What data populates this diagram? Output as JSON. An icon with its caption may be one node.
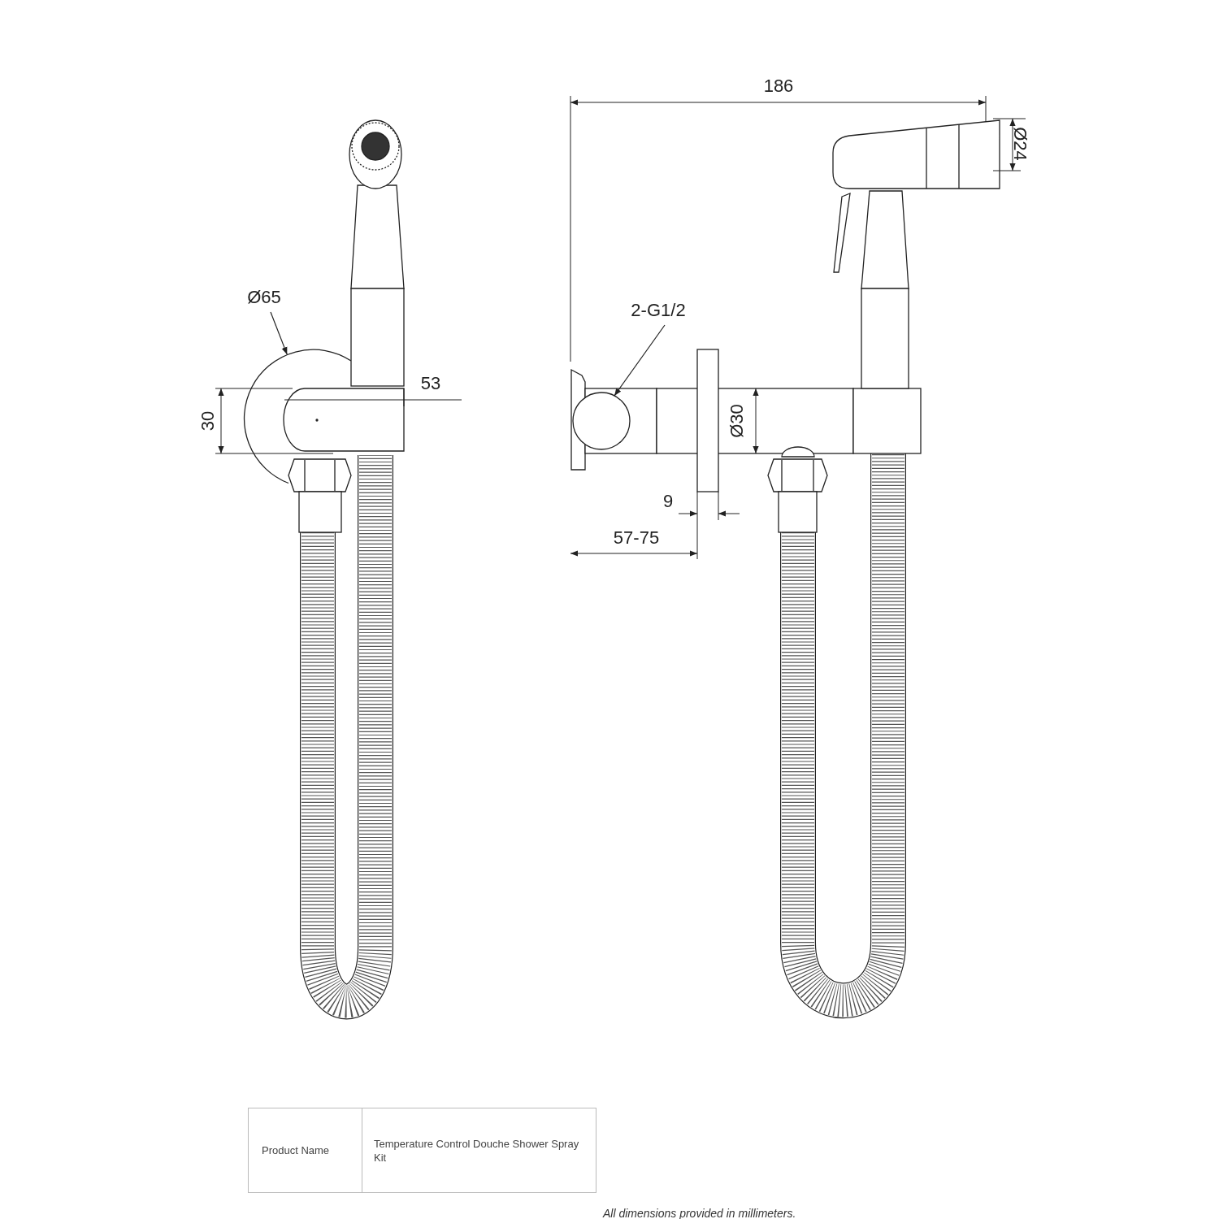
{
  "diagram": {
    "nodes": [
      {
        "text": [
          "Ø65"
        ]
      },
      {
        "text": [],
        "shape": "circle"
      },
      {
        "text": [
          "2-G1/2"
        ]
      },
      {
        "text": [],
        "shape": "circle"
      }
    ],
    "edges": [
      {
        "from": 0,
        "to": 1,
        "arrow": "to"
      },
      {
        "from": 2,
        "to": 3,
        "arrow": "to"
      }
    ],
    "labels": [
      "186",
      "Ø24",
      "53",
      "30",
      "Ø30",
      "9",
      "57-75",
      "Product Name",
      "Temperature Control Douche Shower Spray Kit",
      "All dimensions provided in millimeters."
    ]
  }
}
